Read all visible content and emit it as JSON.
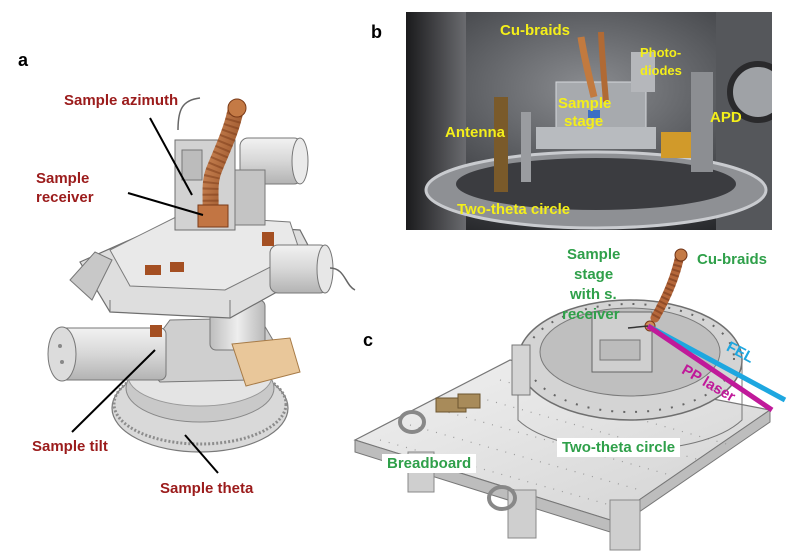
{
  "panels": {
    "a": "a",
    "b": "b",
    "c": "c"
  },
  "panel_a": {
    "sample_azimuth": "Sample azimuth",
    "sample_receiver_line1": "Sample",
    "sample_receiver_line2": "receiver",
    "sample_tilt": "Sample tilt",
    "sample_theta": "Sample theta"
  },
  "panel_b": {
    "cu_braids": "Cu-braids",
    "photodiodes_line1": "Photo-",
    "photodiodes_line2": "diodes",
    "sample_stage_line1": "Sample",
    "sample_stage_line2": "stage",
    "antenna": "Antenna",
    "apd": "APD",
    "two_theta_circle": "Two-theta circle"
  },
  "panel_c": {
    "sample_stage_line1": "Sample",
    "sample_stage_line2": "stage",
    "sample_stage_line3": "with s.",
    "sample_stage_line4": "receiver",
    "cu_braids": "Cu-braids",
    "fel": "FEL",
    "pp_laser": "PP laser",
    "breadboard": "Breadboard",
    "two_theta_circle": "Two-theta circle"
  },
  "colors": {
    "label_red": "#9b1b1b",
    "label_yellow": "#f4ef1a",
    "label_green": "#2fa04a",
    "fel_beam": "#1ea7e0",
    "pp_beam": "#c01a9a",
    "copper": "#b5673a"
  }
}
